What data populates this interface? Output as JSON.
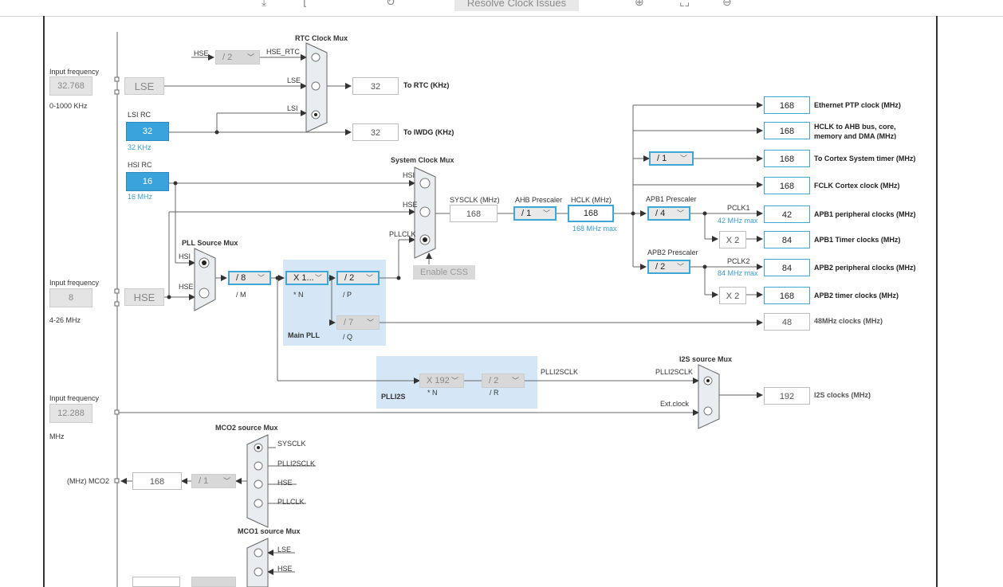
{
  "toolbar": {
    "resolve": "Resolve Clock Issues"
  },
  "icons": [
    "undo-icon",
    "redo-icon",
    "refresh-icon",
    "zoom-in-icon",
    "fit-icon",
    "zoom-out-icon"
  ],
  "lse": {
    "header": "Input frequency",
    "value": "32.768",
    "range": "0-1000 KHz",
    "name": "LSE"
  },
  "lsi": {
    "title": "LSI RC",
    "value": "32",
    "sub": "32 KHz"
  },
  "hsi": {
    "title": "HSI RC",
    "value": "16",
    "sub": "16 MHz"
  },
  "hse": {
    "header": "Input frequency",
    "value": "8",
    "range": "4-26 MHz",
    "name": "HSE"
  },
  "ext": {
    "header": "Input frequency",
    "value": "12.288",
    "range": "MHz"
  },
  "rtc": {
    "title": "RTC Clock Mux",
    "hse_div": "/ 2",
    "hse": "HSE",
    "hse_rtc": "HSE_RTC",
    "lse": "LSE",
    "lsi": "LSI",
    "rtc_out": "32",
    "rtc_label": "To RTC (KHz)",
    "iwdg_out": "32",
    "iwdg_label": "To IWDG (KHz)"
  },
  "sysmux": {
    "title": "System Clock Mux",
    "hsi": "HSI",
    "hse": "HSE",
    "pllclk": "PLLCLK",
    "css": "Enable CSS"
  },
  "pllsrc": {
    "title": "PLL Source Mux",
    "hsi": "HSI",
    "hse": "HSE"
  },
  "pll": {
    "m": "/ 8",
    "m_label": "/ M",
    "n": "X 1...",
    "n_label": "* N",
    "p": "/ 2",
    "p_label": "/ P",
    "q": "/ 7",
    "q_label": "/ Q",
    "main": "Main PLL"
  },
  "plli2s": {
    "n": "X 192",
    "n_label": "* N",
    "r": "/ 2",
    "r_label": "/ R",
    "name": "PLLI2S",
    "out": "PLLI2SCLK"
  },
  "sys": {
    "sysclk_label": "SYSCLK (MHz)",
    "sysclk": "168",
    "ahb_label": "AHB Prescaler",
    "ahb": "/ 1",
    "hclk_label": "HCLK (MHz)",
    "hclk": "168",
    "hclk_max": "168 MHz max",
    "apb1_label": "APB1 Prescaler",
    "apb1": "/ 4",
    "pclk1": "PCLK1",
    "pclk1_max": "42 MHz max",
    "apb2_label": "APB2 Prescaler",
    "apb2": "/ 2",
    "pclk2": "PCLK2",
    "pclk2_max": "84 MHz max",
    "cortex_div": "/ 1",
    "x2": "X 2",
    "x2b": "X 2"
  },
  "outputs": [
    {
      "value": "168",
      "label": "Ethernet PTP clock (MHz)"
    },
    {
      "value": "168",
      "label": "HCLK to AHB bus, core, memory and DMA (MHz)"
    },
    {
      "value": "168",
      "label": "To Cortex System timer (MHz)"
    },
    {
      "value": "168",
      "label": "FCLK Cortex clock (MHz)"
    },
    {
      "value": "42",
      "label": "APB1 peripheral clocks (MHz)"
    },
    {
      "value": "84",
      "label": "APB1 Timer clocks (MHz)"
    },
    {
      "value": "84",
      "label": "APB2 peripheral clocks (MHz)"
    },
    {
      "value": "168",
      "label": "APB2 timer clocks (MHz)"
    },
    {
      "value": "48",
      "label": "48MHz clocks (MHz)"
    },
    {
      "value": "192",
      "label": "I2S clocks (MHz)"
    }
  ],
  "i2s": {
    "title": "I2S source Mux",
    "plli2sclk": "PLLI2SCLK",
    "ext": "Ext.clock"
  },
  "mco2": {
    "title": "MCO2 source Mux",
    "sysclk": "SYSCLK",
    "plli2sclk": "PLLI2SCLK",
    "hse": "HSE",
    "pllclk": "PLLCLK",
    "div": "/ 1",
    "value": "168",
    "label": "(MHz) MCO2"
  },
  "mco1": {
    "title": "MCO1 source Mux",
    "lse": "LSE",
    "hse": "HSE"
  }
}
